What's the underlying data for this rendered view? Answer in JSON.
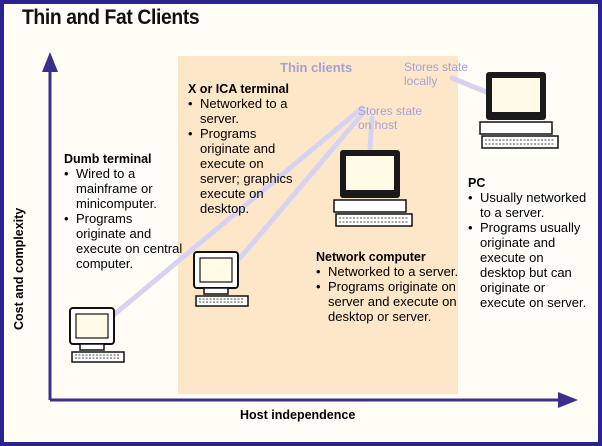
{
  "title": "Thin and Fat Clients",
  "thin_region_label": "Thin clients",
  "axes": {
    "y_label": "Cost and complexity",
    "x_label": "Host independence"
  },
  "callouts": {
    "host": "Stores state on host",
    "local": "Stores state locally"
  },
  "clients": [
    {
      "heading": "Dumb terminal",
      "bullets": [
        "Wired to a mainframe or minicomputer.",
        "Programs originate and execute on central computer."
      ]
    },
    {
      "heading": "X or ICA terminal",
      "bullets": [
        "Networked to a server.",
        "Programs originate and execute on server; graphics execute on desktop."
      ]
    },
    {
      "heading": "Network computer",
      "bullets": [
        "Networked to a server.",
        "Programs originate on server and execute on desktop or server."
      ]
    },
    {
      "heading": "PC",
      "bullets": [
        "Usually networked to a server.",
        "Programs usually originate and execute on desktop but can originate or execute on server."
      ]
    }
  ],
  "colors": {
    "frame": "#2b2490",
    "axis": "#3a2f8c",
    "thin_band": "#fde7c8",
    "callout": "#a59fd9"
  }
}
